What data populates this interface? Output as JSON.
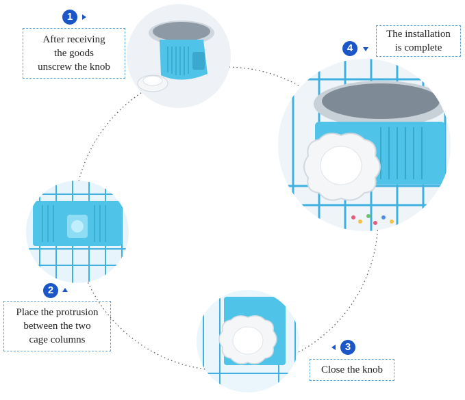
{
  "steps": [
    {
      "number": "1",
      "lines": [
        "After receiving",
        "the goods",
        "unscrew the knob"
      ]
    },
    {
      "number": "2",
      "lines": [
        "Place the protrusion",
        "between the two",
        "cage columns"
      ]
    },
    {
      "number": "3",
      "lines": [
        "Close the knob"
      ]
    },
    {
      "number": "4",
      "lines": [
        "The installation",
        "is complete"
      ]
    }
  ],
  "colors": {
    "badge": "#1a56c7",
    "caption_border": "#5aa0d6",
    "bowl_blue": "#4fc3e8",
    "cage_wire": "#3fb0e0",
    "knob_white": "#f4f6f8"
  },
  "icons": {
    "pointer_1": "pointer-right-icon",
    "pointer_2": "pointer-up-icon",
    "pointer_3": "pointer-left-icon",
    "pointer_4": "pointer-down-icon"
  }
}
